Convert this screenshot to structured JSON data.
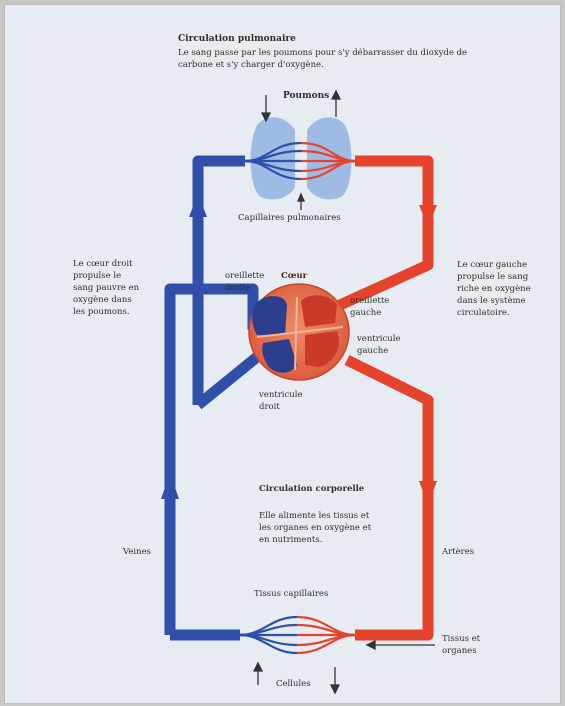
{
  "header": {
    "title": "Circulation pulmonaire",
    "text": "Le sang passe par les poumons pour s'y débarrasser du dioxyde de carbone et s'y charger d'oxygène."
  },
  "lungs": {
    "title": "Poumons",
    "capillaries": "Capillaires pulmonaires"
  },
  "left_note": "Le cœur droit propulse le sang pauvre en oxygène dans les poumons.",
  "right_note": "Le cœur gauche propulse le sang riche en oxygène dans le système circulatoire.",
  "heart": {
    "title": "Cœur",
    "oreillette_droite": "oreillette droite",
    "oreillette_gauche": "oreillette gauche",
    "ventricule_gauche": "ventricule gauche",
    "ventricule_droit": "ventricule droit"
  },
  "systemic": {
    "title": "Circulation corporelle",
    "text": "Elle alimente les tissus et les organes en oxygène et en nutriments."
  },
  "vessels": {
    "veins": "Veines",
    "arteries": "Artères"
  },
  "tissues": {
    "capillaries": "Tissus capillaires",
    "tissues_organs": "Tissus et organes",
    "cells": "Cellules"
  },
  "colors": {
    "blue_vessel": "#2f4fa8",
    "red_vessel": "#e5432c",
    "lung": "#8fb3e0",
    "heart_outer": "#e06a4a",
    "heart_right": "#2c3f8f",
    "heart_left": "#c93a2a",
    "background": "#e7ecf2"
  }
}
